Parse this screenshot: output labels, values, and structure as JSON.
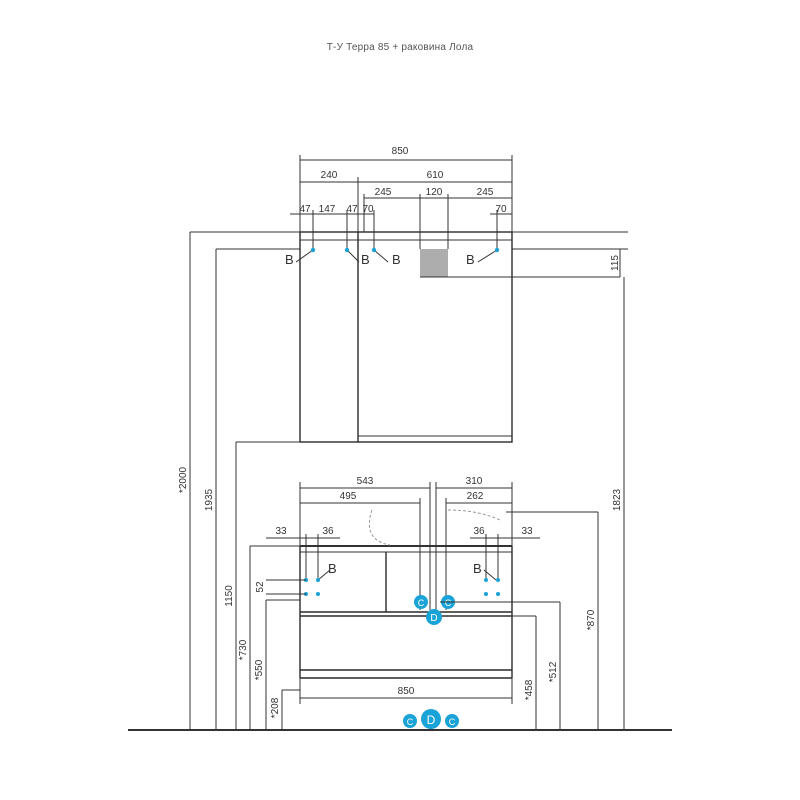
{
  "title": "Т-У Терра 85 + раковина Лола",
  "colors": {
    "accent": "#1aa3d6",
    "line": "#333333"
  },
  "mirror": {
    "width_total": "850",
    "width_left": "240",
    "width_right": "610",
    "seg_a": "245",
    "seg_b": "120",
    "seg_c": "245",
    "d47a": "47",
    "d147": "147",
    "d47b": "47",
    "d70a": "70",
    "d70b": "70",
    "h115": "115"
  },
  "cabinet": {
    "w543": "543",
    "w310": "310",
    "w495": "495",
    "w262": "262",
    "w33a": "33",
    "w36a": "36",
    "w36b": "36",
    "w33b": "33",
    "h52": "52",
    "w850": "850"
  },
  "heights": {
    "h2000": "*2000",
    "h1935": "1935",
    "h1150": "1150",
    "h730": "*730",
    "h550": "*550",
    "h208": "*208",
    "h458": "*458",
    "h512": "*512",
    "h870": "*870",
    "h1823": "1823"
  },
  "markers": {
    "B": "B",
    "C": "C",
    "D": "D"
  }
}
